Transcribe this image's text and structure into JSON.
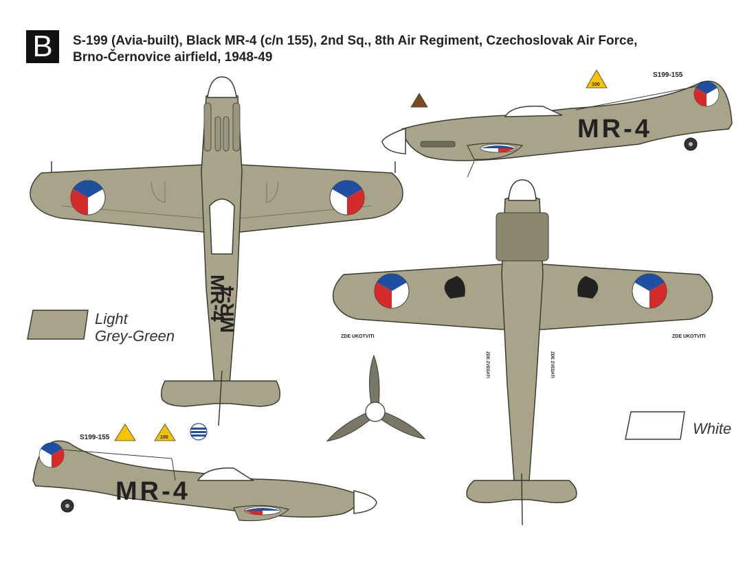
{
  "plate": {
    "letter": "B",
    "title_line1": "S-199 (Avia-built), Black MR-4 (c/n 155), 2nd Sq., 8th Air Regiment, Czechoslovak Air Force,",
    "title_line2": "Brno-Černovice airfield, 1948-49"
  },
  "legend": {
    "light_grey_green": {
      "line1": "Light",
      "line2": "Grey-Green",
      "color": "#a8a48a"
    },
    "white": {
      "label": "White",
      "color": "#ffffff"
    }
  },
  "markings": {
    "code": "MR-4",
    "serial": "S199-155",
    "fuel_octane": "100",
    "stencil_tie_down": "ZDE UKOTVITI",
    "stencil_lift": "ZDE ZVEDATI"
  },
  "colors": {
    "camouflage": "#a8a48a",
    "camouflage_dark": "#8c8870",
    "outline": "#3a3a30",
    "roundel_blue": "#1f4fa0",
    "roundel_red": "#d42a2a",
    "roundel_white": "#ffffff",
    "triangle_yellow": "#f5c400",
    "triangle_brown": "#7a4a1e",
    "propeller": "#7a7766",
    "code_black": "#222222"
  }
}
